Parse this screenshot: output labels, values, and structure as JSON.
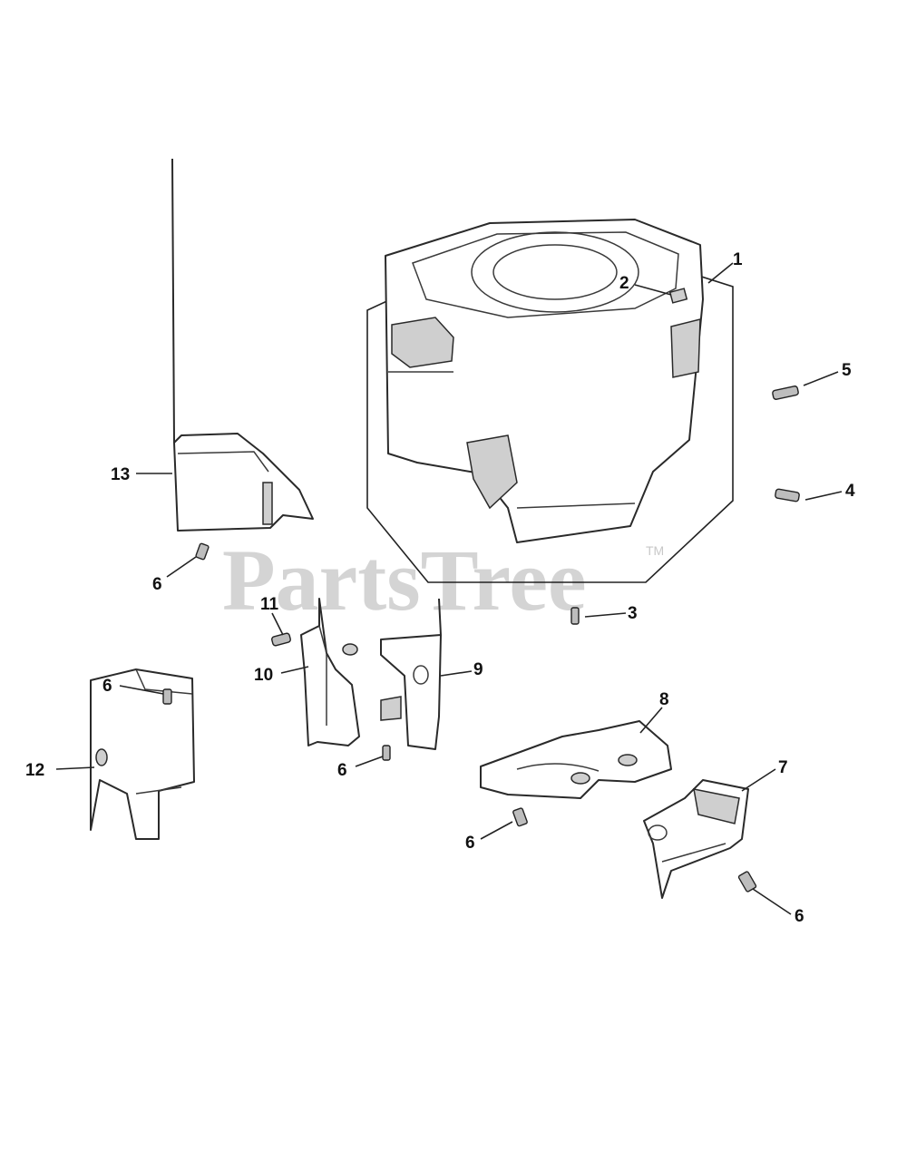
{
  "watermark": {
    "brand": "PartsTree",
    "trademark": "TM"
  },
  "callouts": {
    "c1": "1",
    "c2": "2",
    "c3": "3",
    "c4": "4",
    "c5": "5",
    "c6a": "6",
    "c6b": "6",
    "c6c": "6",
    "c6d": "6",
    "c6e": "6",
    "c7": "7",
    "c8": "8",
    "c9": "9",
    "c10": "10",
    "c11": "11",
    "c12": "12",
    "c13": "13"
  }
}
